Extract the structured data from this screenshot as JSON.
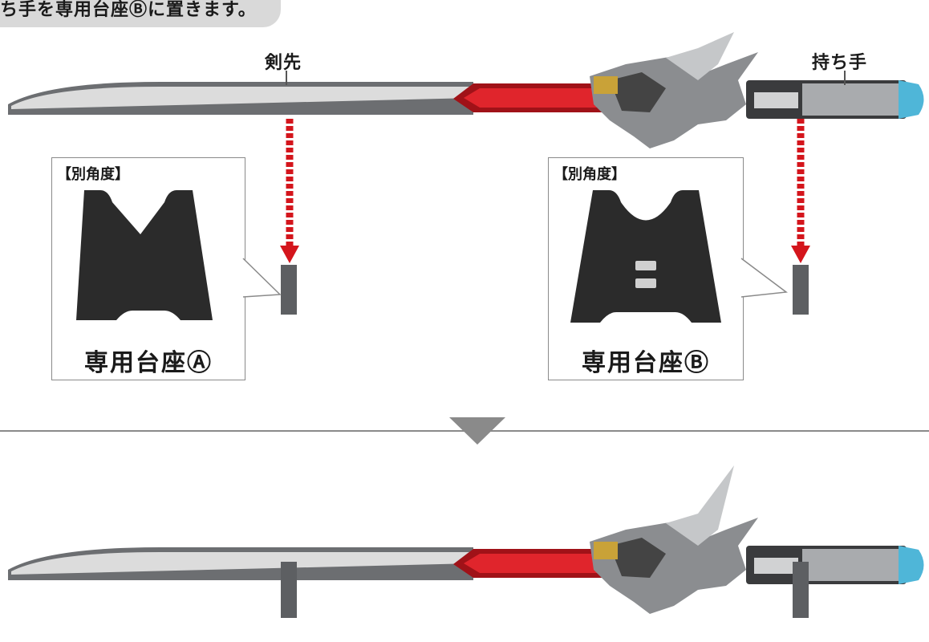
{
  "instruction": "ち手を専用台座Ⓑに置きます。",
  "labels": {
    "tip": "剣先",
    "handle": "持ち手"
  },
  "callouts": [
    {
      "title": "【別角度】",
      "stand_name": "専用台座Ⓐ"
    },
    {
      "title": "【別角度】",
      "stand_name": "専用台座Ⓑ"
    }
  ],
  "colors": {
    "arrow": "#d4151c",
    "stand": "#2b2b2b",
    "stand_side": "#5d5f62",
    "callout_border": "#8a8a8a",
    "instruction_bg": "#d9d9d9"
  },
  "icons": [
    "down-arrow-icon",
    "triangle-down-icon"
  ]
}
